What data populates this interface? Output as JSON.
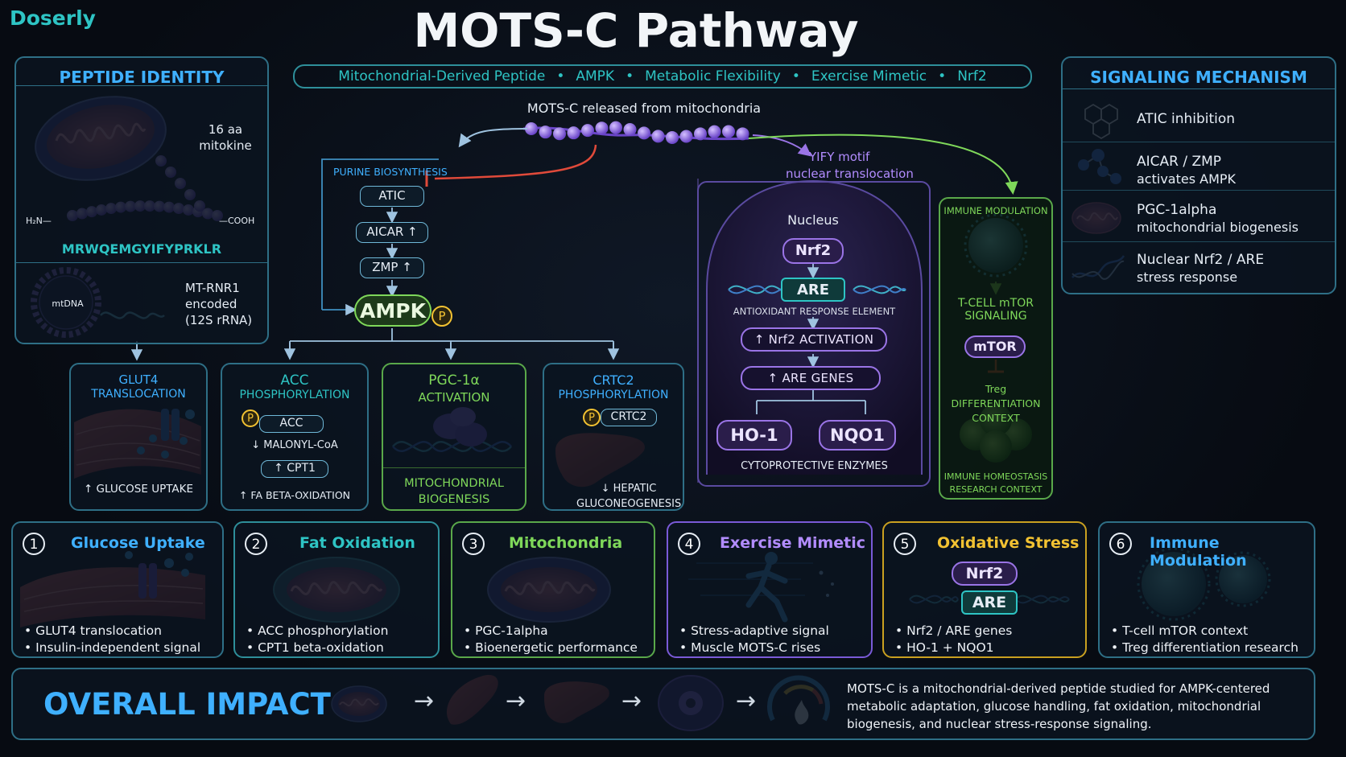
{
  "brand": "Doserly",
  "title": "MOTS-C Pathway",
  "tags": [
    "Mitochondrial-Derived Peptide",
    "AMPK",
    "Metabolic Flexibility",
    "Exercise Mimetic",
    "Nrf2"
  ],
  "tag_sep": "•",
  "release_label": "MOTS-C released from mitochondria",
  "identity": {
    "title": "PEPTIDE IDENTITY",
    "aa_line1": "16 aa",
    "aa_line2": "mitokine",
    "n_term": "H₂N—",
    "c_term": "—COOH",
    "sequence": "MRWQEMGYIFYPRKLR",
    "mtdna": "mtDNA",
    "encoded1": "MT-RNR1",
    "encoded2": "encoded",
    "encoded3": "(12S rRNA)"
  },
  "purine": {
    "title": "PURINE BIOSYNTHESIS",
    "atic": "ATIC",
    "aicar": "AICAR ↑",
    "zmp": "ZMP ↑",
    "ampk": "AMPK",
    "p": "P"
  },
  "nuclear": {
    "motif1": "YIFY motif",
    "motif2": "nuclear translocation",
    "nucleus": "Nucleus",
    "nrf2": "Nrf2",
    "are": "ARE",
    "are_full": "ANTIOXIDANT RESPONSE ELEMENT",
    "nrf2_act": "↑ Nrf2 ACTIVATION",
    "are_genes": "↑  ARE GENES",
    "ho1": "HO-1",
    "nqo1": "NQO1",
    "cyto": "CYTOPROTECTIVE ENZYMES"
  },
  "immune": {
    "title": "IMMUNE MODULATION",
    "tcell1": "T-CELL mTOR",
    "tcell2": "SIGNALING",
    "mtor": "mTOR",
    "treg1": "Treg DIFFERENTIATION",
    "treg2": "CONTEXT",
    "home1": "IMMUNE HOMEOSTASIS",
    "home2": "RESEARCH CONTEXT"
  },
  "signaling": {
    "title": "SIGNALING MECHANISM",
    "items": [
      {
        "icon": "hexagon-molecule-icon",
        "line1": "ATIC inhibition",
        "line2": ""
      },
      {
        "icon": "molecule-icon",
        "line1": "AICAR / ZMP",
        "line2": "activates AMPK"
      },
      {
        "icon": "mitochondrion-icon",
        "line1": "PGC-1alpha",
        "line2": "mitochondrial biogenesis"
      },
      {
        "icon": "dna-helix-icon",
        "line1": "Nuclear Nrf2 / ARE",
        "line2": "stress response"
      }
    ]
  },
  "effects": {
    "glut4": {
      "t1": "GLUT4",
      "t2": "TRANSLOCATION",
      "foot": "↑ GLUCOSE UPTAKE"
    },
    "acc": {
      "t1": "ACC",
      "t2": "PHOSPHORYLATION",
      "p": "P",
      "acc": "ACC",
      "malonyl": "↓ MALONYL-CoA",
      "cpt1": "↑ CPT1",
      "foot": "↑ FA BETA-OXIDATION"
    },
    "pgc": {
      "t1": "PGC-1α",
      "t2": "ACTIVATION",
      "f1": "MITOCHONDRIAL",
      "f2": "BIOGENESIS"
    },
    "crtc2": {
      "t1": "CRTC2",
      "t2": "PHOSPHORYLATION",
      "p": "P",
      "crtc2": "CRTC2",
      "f1": "↓ HEPATIC",
      "f2": "GLUCONEOGENESIS"
    }
  },
  "cards": [
    {
      "num": "1",
      "title": "Glucose Uptake",
      "b1": "GLUT4 translocation",
      "b2": "Insulin-independent signal",
      "color": "#3fb0ff"
    },
    {
      "num": "2",
      "title": "Fat Oxidation",
      "b1": "ACC phosphorylation",
      "b2": "CPT1 beta-oxidation",
      "color": "#2ec4c4"
    },
    {
      "num": "3",
      "title": "Mitochondria",
      "b1": "PGC-1alpha",
      "b2": "Bioenergetic performance",
      "color": "#7fd85a"
    },
    {
      "num": "4",
      "title": "Exercise Mimetic",
      "b1": "Stress-adaptive signal",
      "b2": "Muscle MOTS-C rises",
      "color": "#b28cff"
    },
    {
      "num": "5",
      "title": "Oxidative Stress",
      "b1": "Nrf2 / ARE genes",
      "b2": "HO-1 + NQO1",
      "color": "#f2c232",
      "nrf2": "Nrf2",
      "are": "ARE"
    },
    {
      "num": "6",
      "title": "Immune Modulation",
      "b1": "T-cell mTOR context",
      "b2": "Treg differentiation research",
      "color": "#3fb0ff"
    }
  ],
  "overall": {
    "title": "OVERALL IMPACT",
    "arrow": "→",
    "text1": "MOTS-C is a mitochondrial-derived peptide studied for AMPK-centered",
    "text2": "metabolic adaptation, glucose handling, fat oxidation, mitochondrial",
    "text3": "biogenesis, and nuclear stress-response signaling."
  },
  "colors": {
    "teal": "#2ec4c4",
    "blue": "#3fb0ff",
    "green": "#7fd85a",
    "purple": "#b28cff",
    "gold": "#f2c232",
    "inhibit": "#e04a3a"
  }
}
